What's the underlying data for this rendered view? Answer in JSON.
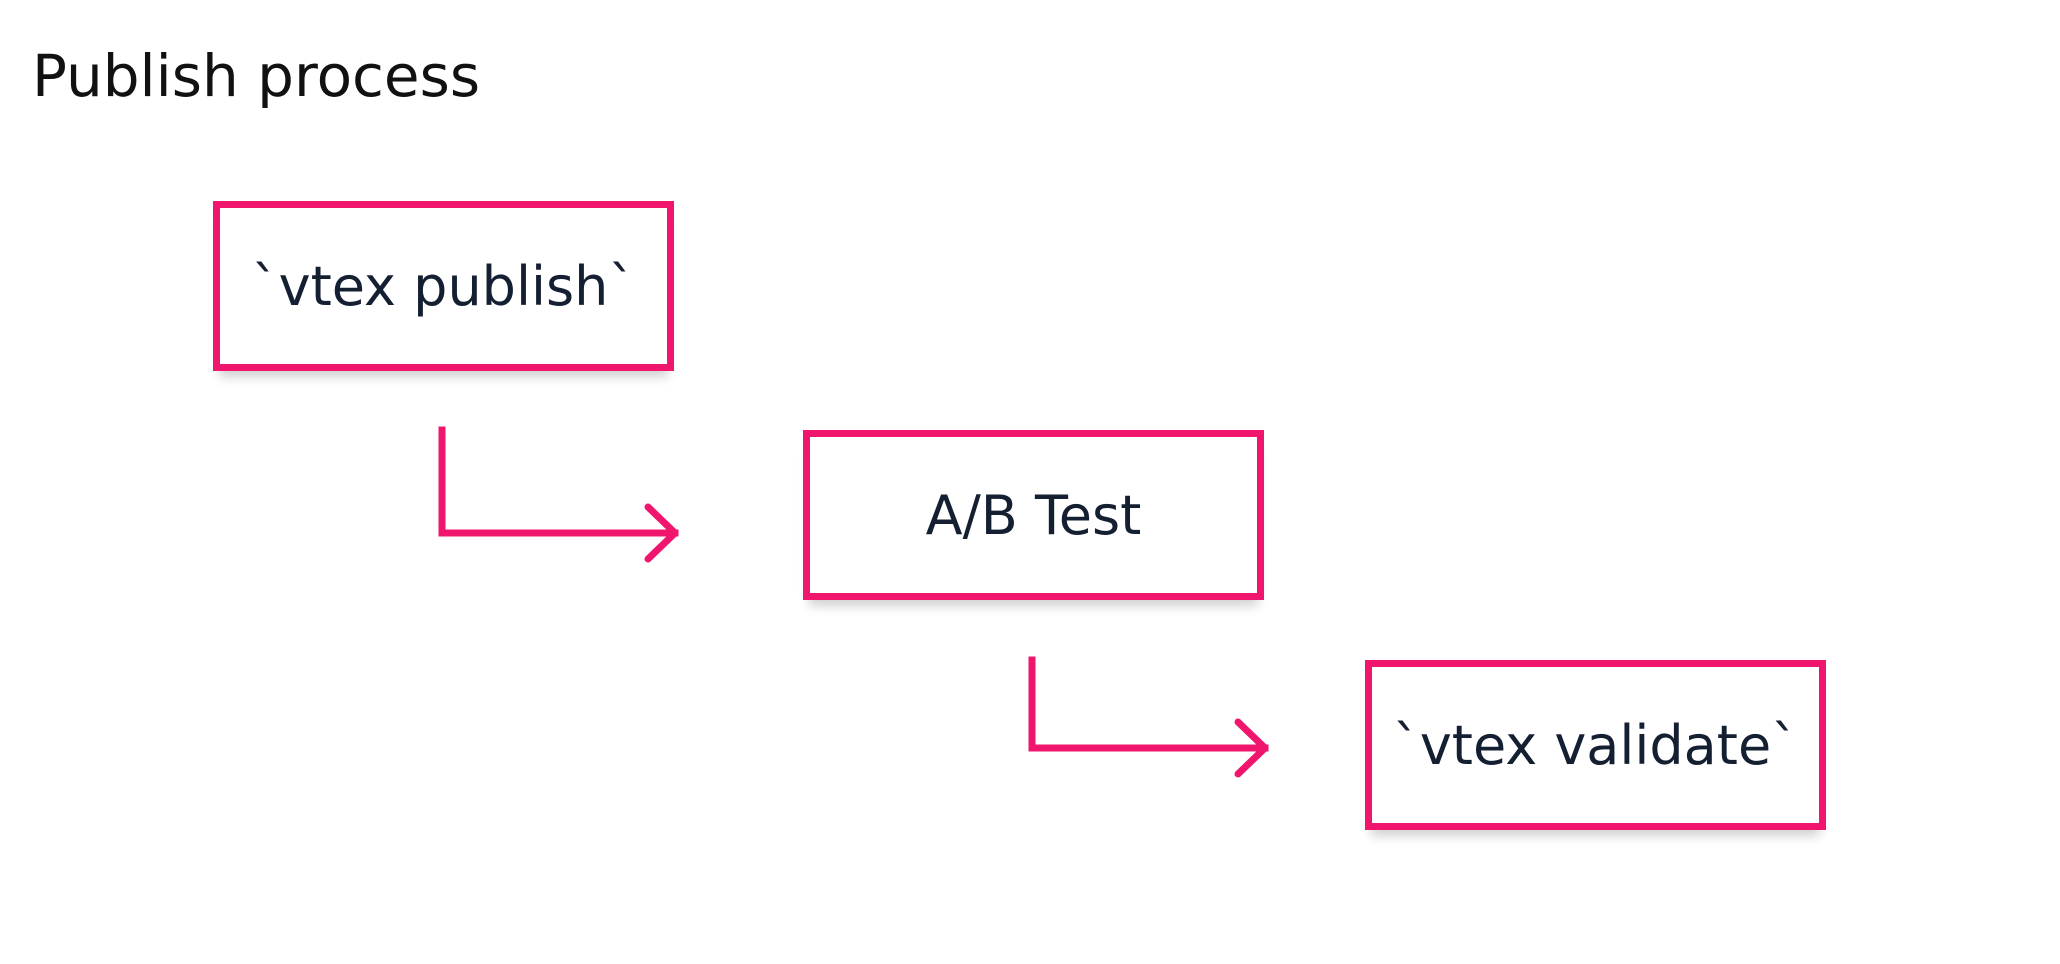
{
  "title": "Publish process",
  "accent_color": "#f0166d",
  "steps": [
    {
      "label": "`vtex publish`"
    },
    {
      "label": "A/B Test"
    },
    {
      "label": "`vtex validate`"
    }
  ],
  "connectors": [
    {
      "icon": "elbow-arrow-right-icon"
    },
    {
      "icon": "elbow-arrow-right-icon"
    }
  ]
}
